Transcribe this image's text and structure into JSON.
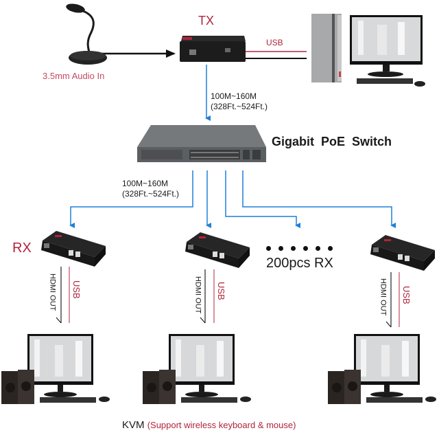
{
  "title": "KVM over IP Extender Network Topology",
  "colors": {
    "accent_red": "#b0243c",
    "label_pink": "#c44a63",
    "link_blue": "#1f7fd8",
    "device_black": "#1c1c1c",
    "switch_gray": "#6a6d70"
  },
  "source": {
    "microphone": {
      "label": "3.5mm Audio In"
    },
    "transmitter": {
      "label": "TX"
    },
    "pc_link": {
      "label": "USB"
    },
    "uplink": {
      "distance_m": "100M~160M",
      "distance_ft": "(328Ft.~524Ft.)"
    }
  },
  "switch": {
    "label": "Gigabit  PoE  Switch"
  },
  "downlink": {
    "distance_m": "100M~160M",
    "distance_ft": "(328Ft.~524Ft.)"
  },
  "receivers": {
    "label": "RX",
    "more_label": "200pcs RX",
    "ellipsis_dots": 6,
    "units": [
      {
        "hdmi_label": "HDMI OUT",
        "usb_label": "USB"
      },
      {
        "hdmi_label": "HDMI OUT",
        "usb_label": "USB"
      },
      {
        "hdmi_label": "HDMI OUT",
        "usb_label": "USB"
      }
    ]
  },
  "footer": {
    "kvm": "KVM",
    "note": "(Support wireless keyboard & mouse)"
  }
}
